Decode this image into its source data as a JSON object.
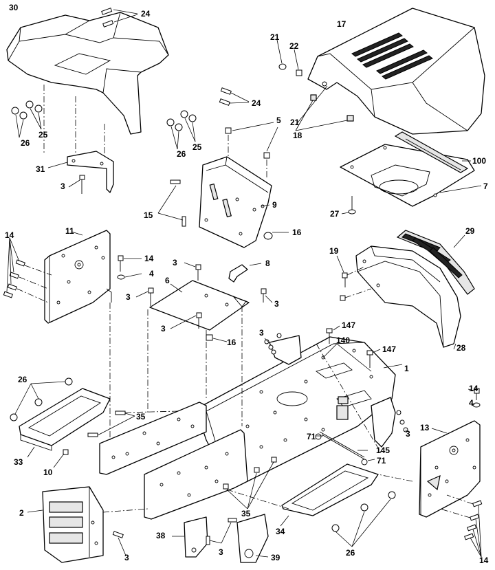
{
  "callouts": {
    "c1": "1",
    "c2": "2",
    "c3a": "3",
    "c3b": "3",
    "c3c": "3",
    "c3d": "3",
    "c3e": "3",
    "c3f": "3",
    "c3g": "3",
    "c3h": "3",
    "c3i": "3",
    "c4a": "4",
    "c4b": "4",
    "c5": "5",
    "c6": "6",
    "c7": "7",
    "c8": "8",
    "c9": "9",
    "c10": "10",
    "c11": "11",
    "c13": "13",
    "c14a": "14",
    "c14b": "14",
    "c14c": "14",
    "c14d": "14",
    "c15": "15",
    "c16a": "16",
    "c16b": "16",
    "c17": "17",
    "c18": "18",
    "c19": "19",
    "c21a": "21",
    "c21b": "21",
    "c22": "22",
    "c24a": "24",
    "c24b": "24",
    "c25a": "25",
    "c25b": "25",
    "c26a": "26",
    "c26b": "26",
    "c26c": "26",
    "c26d": "26",
    "c27": "27",
    "c28": "28",
    "c29": "29",
    "c30": "30",
    "c31": "31",
    "c33": "33",
    "c34": "34",
    "c35a": "35",
    "c35b": "35",
    "c38": "38",
    "c39": "39",
    "c71a": "71",
    "c71b": "71",
    "c100": "100",
    "c140": "140",
    "c145": "145",
    "c147a": "147",
    "c147b": "147"
  }
}
